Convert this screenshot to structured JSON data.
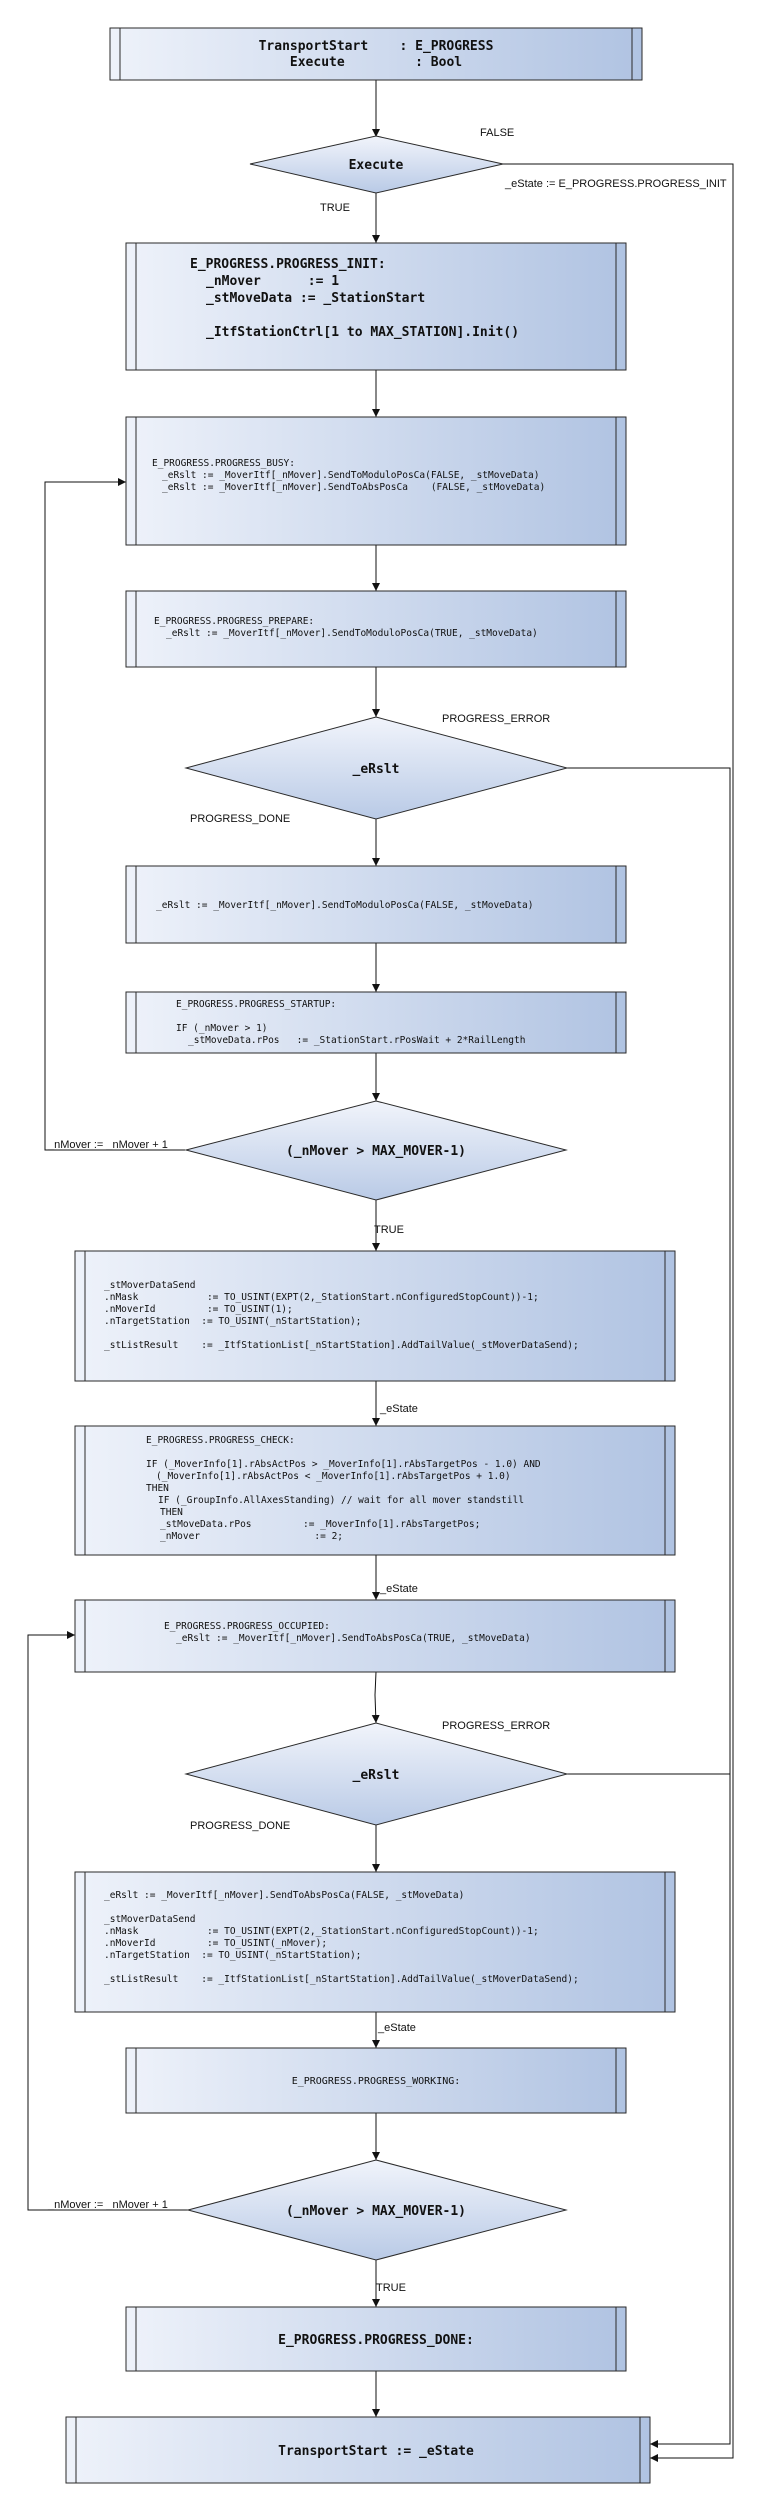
{
  "colors": {
    "fill_light": "#eef2fa",
    "fill_dark": "#b0c3e2",
    "stroke": "#2a2a2a",
    "line": "#111111"
  },
  "nodes": {
    "start": {
      "lines": [
        "TransportStart    : E_PROGRESS",
        "Execute         : Bool"
      ]
    },
    "execute_decision": {
      "label": "Execute"
    },
    "progress_init": {
      "lines": [
        "E_PROGRESS.PROGRESS_INIT:",
        "_nMover      := 1",
        "_stMoveData := _StationStart",
        "",
        "_ItfStationCtrl[1 to MAX_STATION].Init()"
      ]
    },
    "progress_busy": {
      "lines": [
        "E_PROGRESS.PROGRESS_BUSY:",
        "_eRslt := _MoverItf[_nMover].SendToModuloPosCa(FALSE, _stMoveData)",
        "_eRslt := _MoverItf[_nMover].SendToAbsPosCa    (FALSE, _stMoveData)"
      ]
    },
    "progress_prepare": {
      "lines": [
        "E_PROGRESS.PROGRESS_PREPARE:",
        "_eRslt := _MoverItf[_nMover].SendToModuloPosCa(TRUE, _stMoveData)"
      ]
    },
    "erslt_decision_1": {
      "label": "_eRslt"
    },
    "send_modulo": {
      "lines": [
        "_eRslt := _MoverItf[_nMover].SendToModuloPosCa(FALSE, _stMoveData)"
      ]
    },
    "progress_startup": {
      "lines": [
        "E_PROGRESS.PROGRESS_STARTUP:",
        "",
        "IF (_nMover > 1)",
        "_stMoveData.rPos   := _StationStart.rPosWait + 2*RailLength"
      ]
    },
    "nmover_decision_1": {
      "label": "(_nMover > MAX_MOVER-1)"
    },
    "mover_data_send_1": {
      "lines": [
        "_stMoverDataSend",
        ".nMask            := TO_USINT(EXPT(2,_StationStart.nConfiguredStopCount))-1;",
        ".nMoverId         := TO_USINT(1);",
        ".nTargetStation  := TO_USINT(_nStartStation);",
        "",
        "_stListResult    := _ItfStationList[_nStartStation].AddTailValue(_stMoverDataSend);"
      ]
    },
    "progress_check": {
      "lines": [
        "E_PROGRESS.PROGRESS_CHECK:",
        "",
        "IF (_MoverInfo[1].rAbsActPos > _MoverInfo[1].rAbsTargetPos - 1.0) AND",
        "(_MoverInfo[1].rAbsActPos < _MoverInfo[1].rAbsTargetPos + 1.0)",
        "THEN",
        "IF (_GroupInfo.AllAxesStanding) // wait for all mover standstill",
        "THEN",
        "_stMoveData.rPos         := _MoverInfo[1].rAbsTargetPos;",
        "_nMover                    := 2;"
      ]
    },
    "progress_occupied": {
      "lines": [
        "E_PROGRESS.PROGRESS_OCCUPIED:",
        "_eRslt := _MoverItf[_nMover].SendToAbsPosCa(TRUE, _stMoveData)"
      ]
    },
    "erslt_decision_2": {
      "label": "_eRslt"
    },
    "send_abs_data": {
      "lines": [
        "_eRslt := _MoverItf[_nMover].SendToAbsPosCa(FALSE, _stMoveData)",
        "",
        "_stMoverDataSend",
        ".nMask            := TO_USINT(EXPT(2,_StationStart.nConfiguredStopCount))-1;",
        ".nMoverId         := TO_USINT(_nMover);",
        ".nTargetStation  := TO_USINT(_nStartStation);",
        "",
        "_stListResult    := _ItfStationList[_nStartStation].AddTailValue(_stMoverDataSend);"
      ]
    },
    "progress_working": {
      "lines": [
        "E_PROGRESS.PROGRESS_WORKING:"
      ]
    },
    "nmover_decision_2": {
      "label": "(_nMover > MAX_MOVER-1)"
    },
    "progress_done": {
      "lines": [
        "E_PROGRESS.PROGRESS_DONE:"
      ]
    },
    "end": {
      "lines": [
        "TransportStart := _eState"
      ]
    }
  },
  "edge_labels": {
    "false_label": "FALSE",
    "estate_init": "_eState := E_PROGRESS.PROGRESS_INIT",
    "true_1": "TRUE",
    "progress_error_1": "PROGRESS_ERROR",
    "progress_done_1": "PROGRESS_DONE",
    "nmover_increment_1": "_nMover := _nMover + 1",
    "true_2": "TRUE",
    "estate_1": "_eState",
    "estate_2": "_eState",
    "progress_error_2": "PROGRESS_ERROR",
    "progress_done_2": "PROGRESS_DONE",
    "estate_3": "_eState",
    "nmover_increment_2": "_nMover := _nMover + 1",
    "true_3": "TRUE"
  }
}
